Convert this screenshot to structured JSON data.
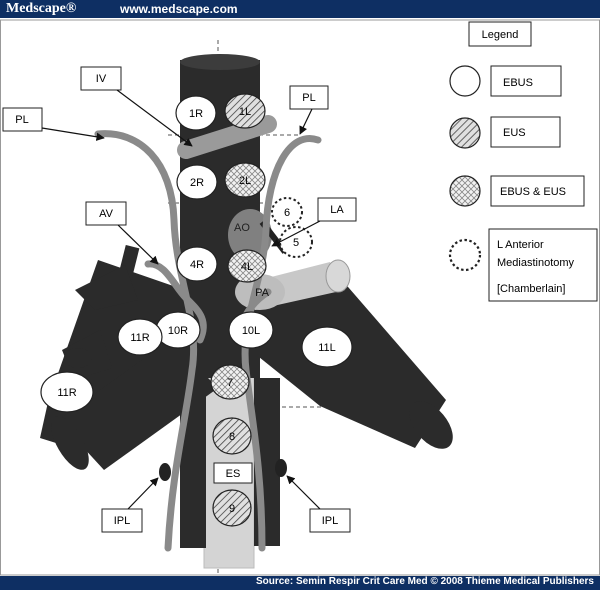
{
  "header": {
    "brand": "Medscape®",
    "url": "www.medscape.com"
  },
  "footer": {
    "source": "Source: Semin Respir Crit Care Med © 2008 Thieme Medical Publishers"
  },
  "colors": {
    "bar": "#0e2f63",
    "airway": "#2b2b2b",
    "vessel": "#9a9a9a",
    "esophagus": "#d4d4d4"
  },
  "legend": {
    "title": "Legend",
    "items": [
      {
        "key": "ebus",
        "label": "EBUS"
      },
      {
        "key": "eus",
        "label": "EUS"
      },
      {
        "key": "both",
        "label": "EBUS & EUS"
      },
      {
        "key": "med",
        "lines": [
          "L Anterior",
          "Mediastinotomy",
          "[Chamberlain]"
        ]
      }
    ]
  },
  "labels": {
    "iv": "IV",
    "pl_left": "PL",
    "pl_right": "PL",
    "av": "AV",
    "la": "LA",
    "ipl_left": "IPL",
    "ipl_right": "IPL",
    "es": "ES",
    "ao": "AO",
    "pa": "PA"
  },
  "stations": {
    "s1r": "1R",
    "s1l": "1L",
    "s2r": "2R",
    "s2l": "2L",
    "s4r": "4R",
    "s4l": "4L",
    "s5": "5",
    "s6": "6",
    "s7": "7",
    "s8": "8",
    "s9": "9",
    "s10r": "10R",
    "s10l": "10L",
    "s11r_a": "11R",
    "s11r_b": "11R",
    "s11l": "11L"
  }
}
